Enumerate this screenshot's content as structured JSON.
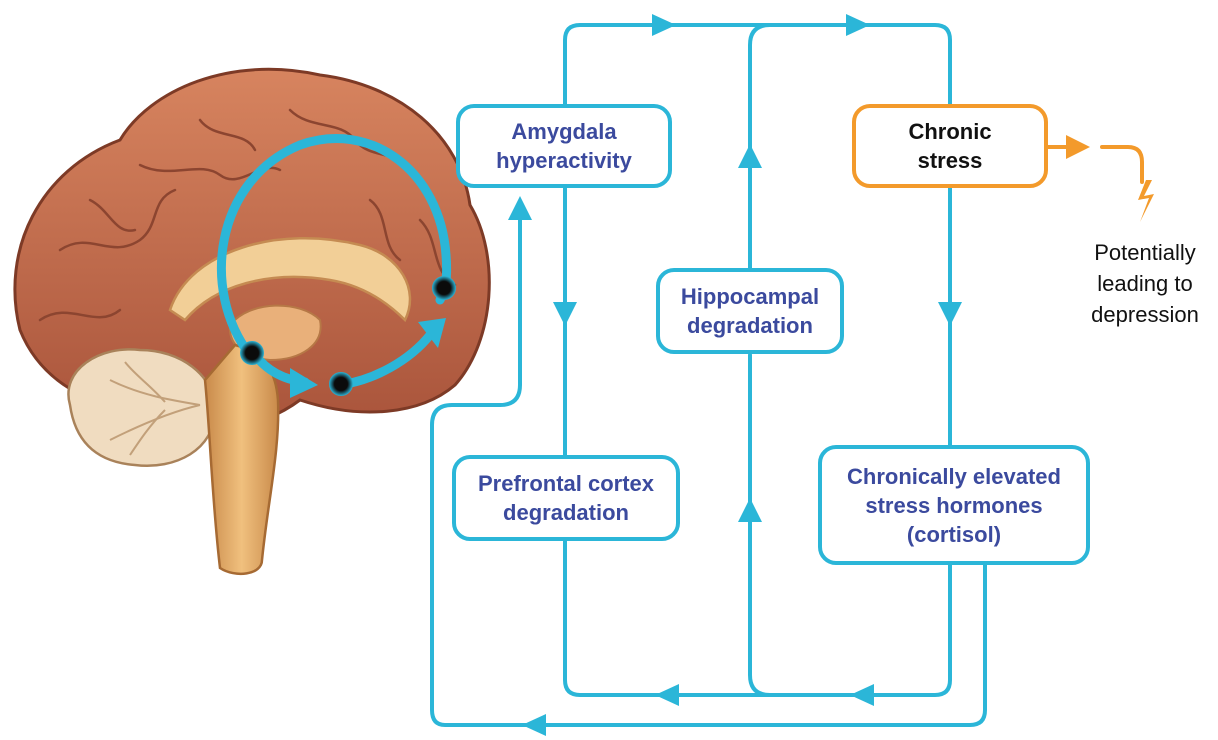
{
  "colors": {
    "flow": "#2bb6d8",
    "stress": "#f39a2b",
    "node_text": "#3b4a9e"
  },
  "nodes": {
    "amygdala": "Amygdala\nhyperactivity",
    "chronic_stress": "Chronic\nstress",
    "hippocampal": "Hippocampal\ndegradation",
    "prefrontal": "Prefrontal cortex\ndegradation",
    "hormones": "Chronically elevated\nstress hormones\n(cortisol)"
  },
  "outcome": "Potentially\nleading to\ndepression",
  "illustration": {
    "subject": "brain-sagittal-section",
    "highlighted_regions": 3
  }
}
